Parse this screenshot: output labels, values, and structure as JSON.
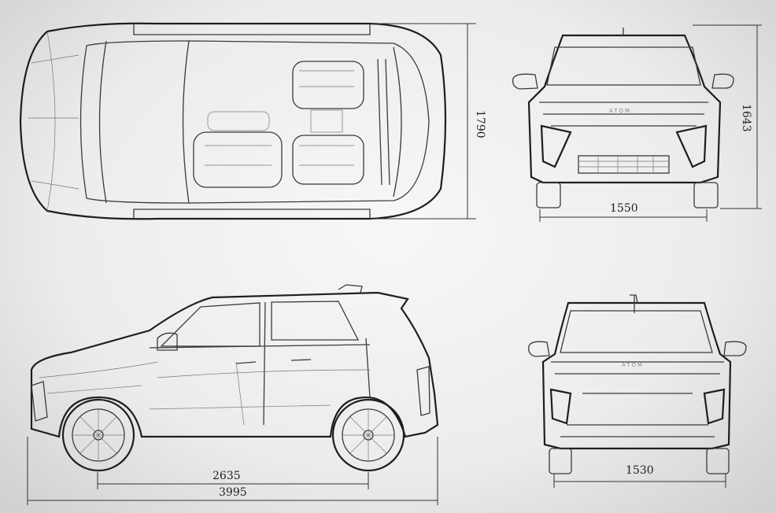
{
  "dimensions": {
    "width_top": "1790",
    "height_front": "1643",
    "track_front": "1550",
    "wheelbase": "2635",
    "length": "3995",
    "track_rear": "1530"
  },
  "branding": {
    "front_badge": "ATOM",
    "rear_badge": "ATOM"
  }
}
